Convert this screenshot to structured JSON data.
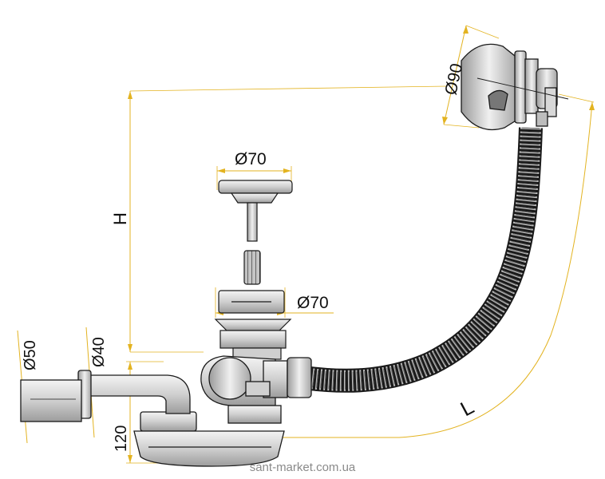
{
  "dimensions": {
    "overflow_diameter": "Ø90",
    "plug_diameter": "Ø70",
    "strainer_diameter": "Ø70",
    "outlet_outer_diameter": "Ø50",
    "outlet_inner_diameter": "Ø40",
    "trap_height": "120",
    "height": "H",
    "length": "L"
  },
  "watermark": "sant-market.com.ua",
  "colors": {
    "dimension_line": "#e3b320",
    "drawing_line": "#1a1a1a",
    "hose_fill": "#b9b9b9"
  }
}
